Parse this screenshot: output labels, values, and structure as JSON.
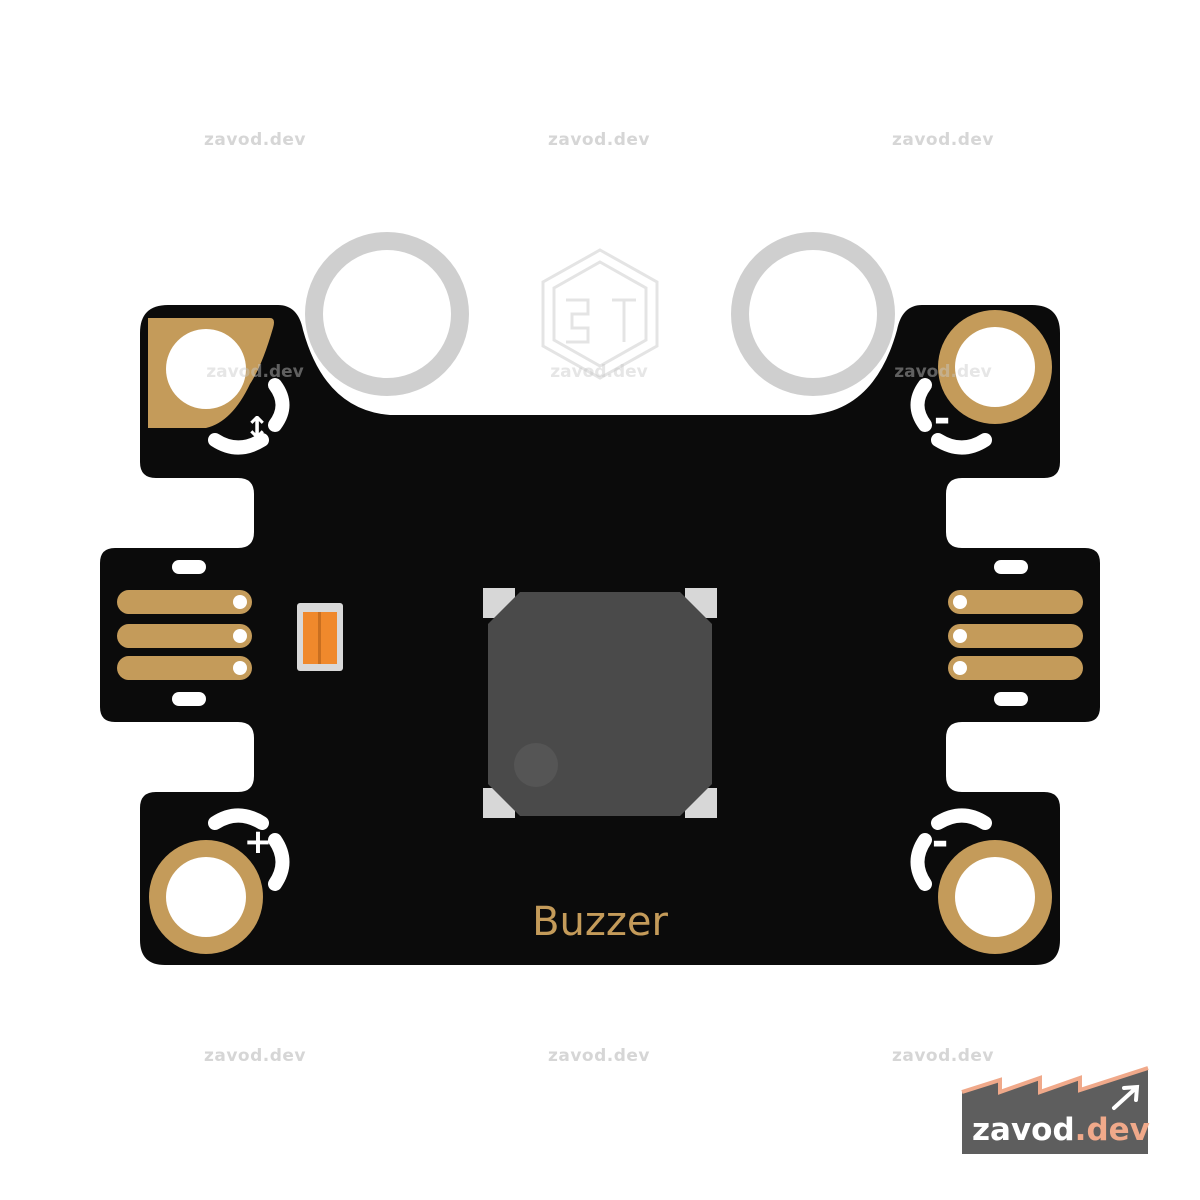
{
  "board": {
    "label": "Buzzer",
    "pin_marks": {
      "top_left": "↕",
      "top_right": "-",
      "bottom_left": "+",
      "bottom_right": "-"
    }
  },
  "watermarks": [
    "zavod.dev",
    "zavod.dev",
    "zavod.dev",
    "zavod.dev",
    "zavod.dev",
    "zavod.dev",
    "zavod.dev",
    "zavod.dev",
    "zavod.dev"
  ],
  "logo": {
    "name": "zavod",
    "suffix": ".dev"
  },
  "colors": {
    "pcb": "#0b0b0b",
    "gold": "#c49b5a",
    "buzzer": "#4a4a4a",
    "led": "#f0892c",
    "ring": "#cfcfcf",
    "logo_bg": "#5e5e5e",
    "logo_accent": "#f0a98a"
  }
}
